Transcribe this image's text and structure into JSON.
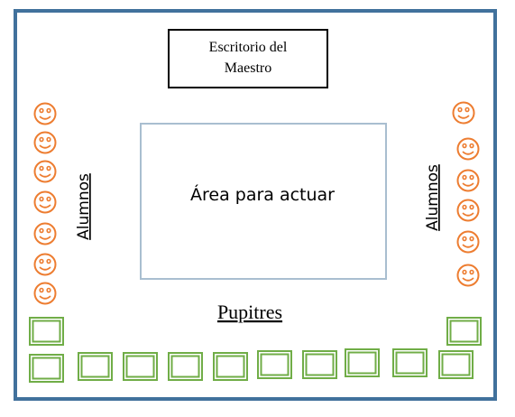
{
  "colors": {
    "border": "#41719c",
    "desk_stroke": "#000000",
    "stage_stroke": "#a9bed0",
    "student_stroke": "#ed7d31",
    "pupitre_stroke": "#70ad47"
  },
  "teacher_desk": {
    "line1": "Escritorio del",
    "line2": "Maestro"
  },
  "acting_area": {
    "label": "Área para actuar"
  },
  "students_left": {
    "label": "Alumnos",
    "count": 7,
    "icon": "smiley-face-icon"
  },
  "students_right": {
    "label": "Alumnos",
    "count": 6,
    "icon": "smiley-face-icon"
  },
  "desks": {
    "label": "Pupitres",
    "count": 12,
    "icon": "desk-square-icon"
  }
}
